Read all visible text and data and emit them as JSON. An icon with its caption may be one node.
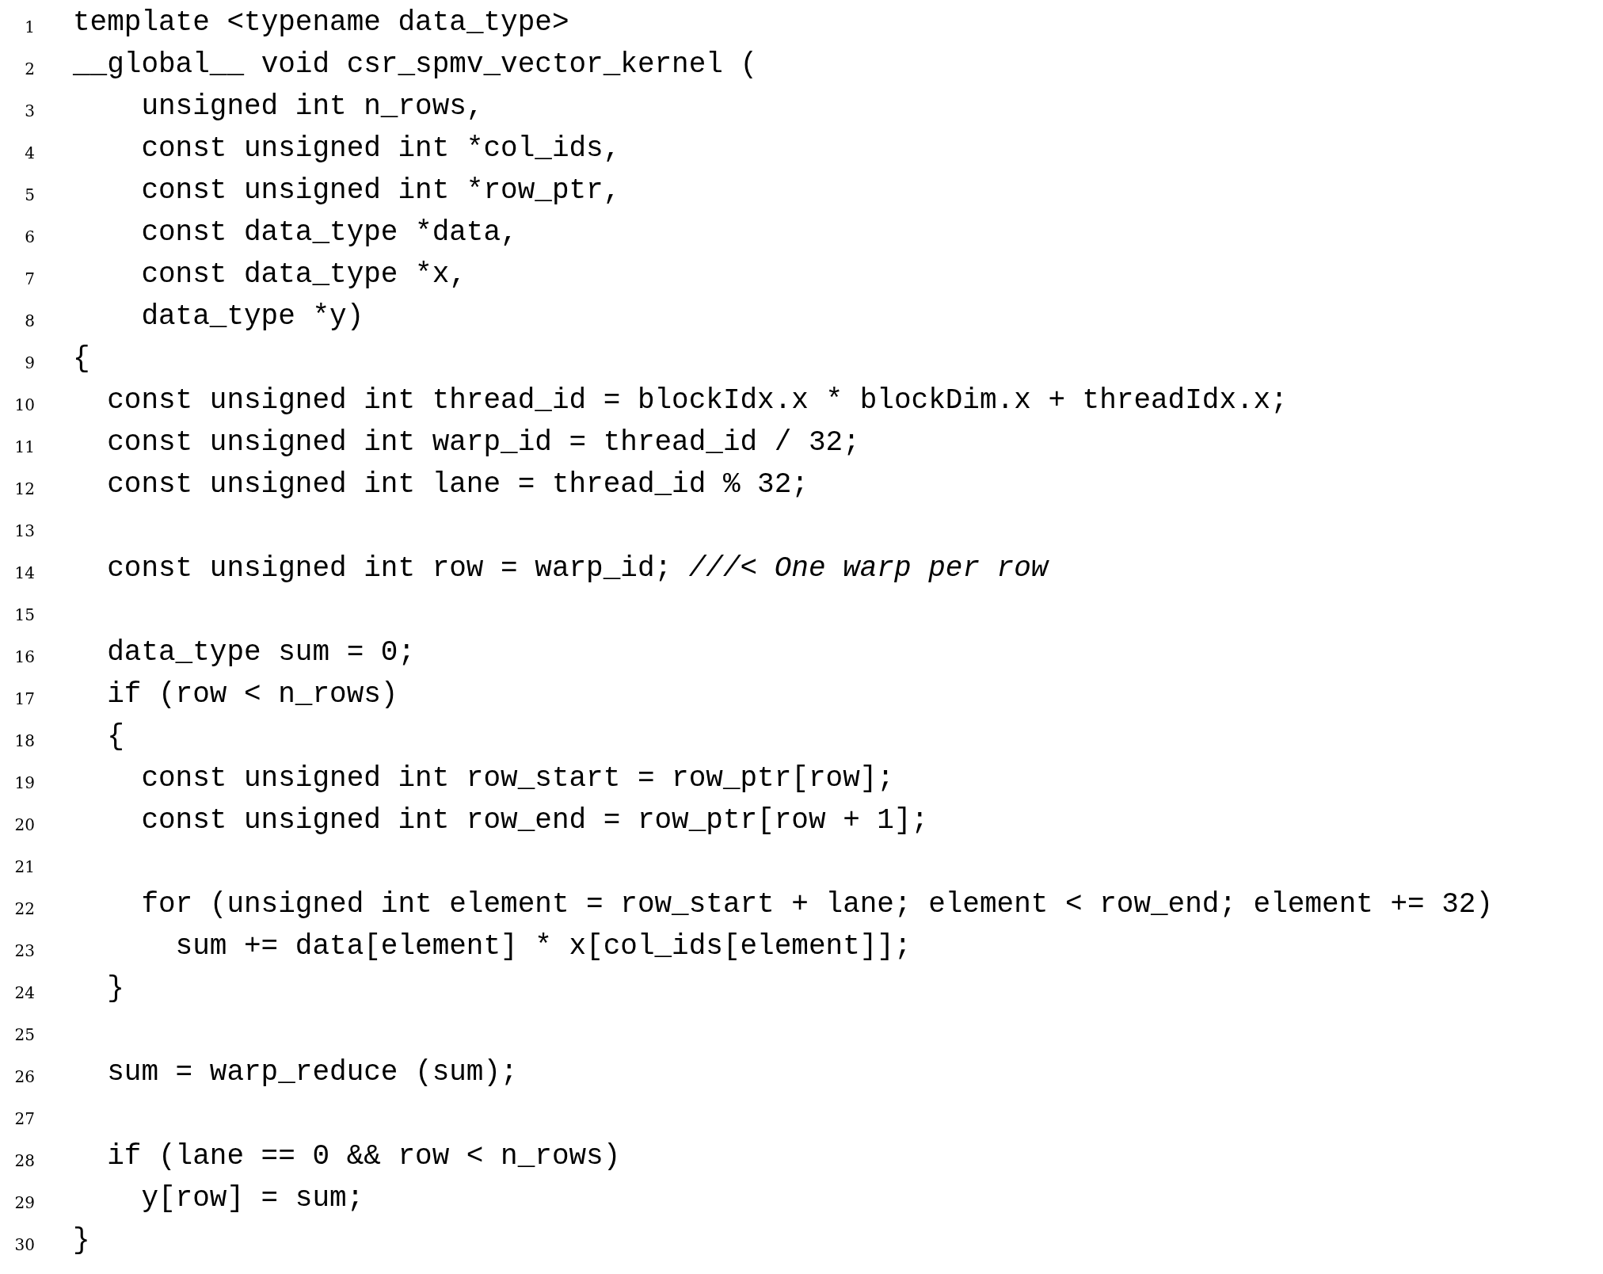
{
  "diagram": {
    "labels": [
      "1",
      "template <typename data_type>",
      "2",
      "__global__ void csr_spmv_vector_kernel (",
      "3",
      "unsigned int n_rows,",
      "4",
      "const unsigned int *col_ids,",
      "5",
      "const unsigned int *row_ptr,",
      "6",
      "const data_type *data,",
      "7",
      "const data_type *x,",
      "8",
      "data_type *y)",
      "9",
      "{",
      "10",
      "const unsigned int thread_id = blockIdx.x * blockDim.x + threadIdx.x;",
      "11",
      "const unsigned int warp_id = thread_id / 32;",
      "12",
      "const unsigned int lane = thread_id % 32;",
      "13",
      "14",
      "const unsigned int row = warp_id; *///< One warp per row*",
      "15",
      "16",
      "data_type sum = 0;",
      "17",
      "if (row < n_rows)",
      "18",
      "{",
      "19",
      "const unsigned int row_start = row_ptr[row];",
      "20",
      "const unsigned int row_end = row_ptr[row + 1];",
      "21",
      "22",
      "for (unsigned int element = row_start + lane; element < row_end; element += 32)",
      "23",
      "sum += data[element] * x[col_ids[element]];",
      "24",
      "}",
      "25",
      "26",
      "sum = warp_reduce (sum);",
      "27",
      "28",
      "if (lane == 0 && row < n_rows)",
      "29",
      "y[row] = sum;",
      "30",
      "}"
    ]
  }
}
